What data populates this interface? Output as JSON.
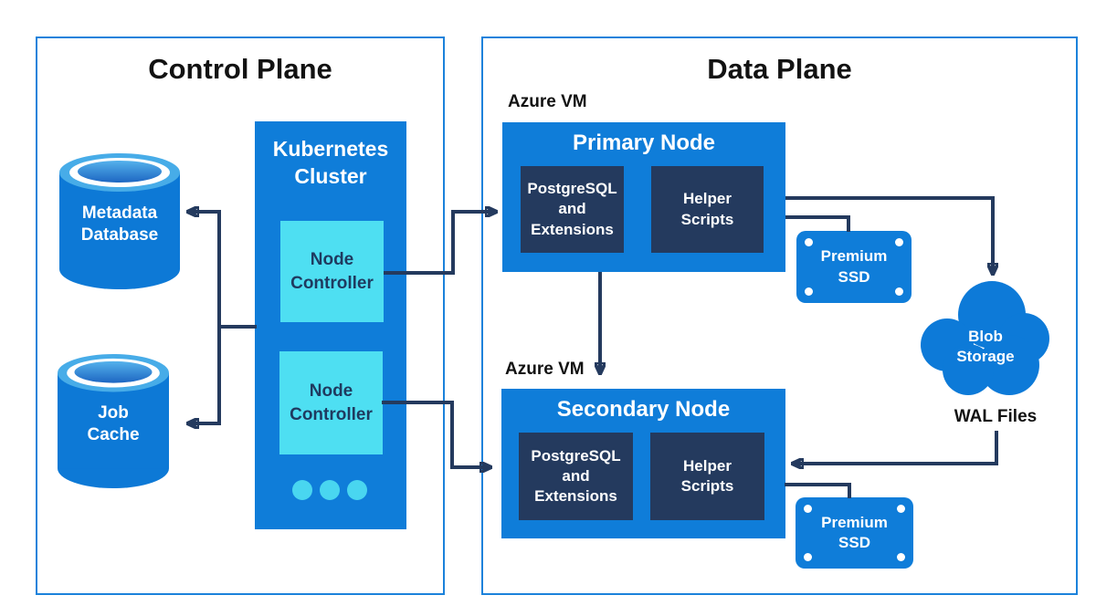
{
  "colors": {
    "plane_border": "#1b82db",
    "box_blue": "#0f7dd9",
    "cyan": "#4edff2",
    "navy": "#243a5e",
    "connector": "#243a5e",
    "title_text": "#121212",
    "label_white": "#ffffff"
  },
  "control_plane": {
    "title": "Control Plane",
    "metadata_database_label": "Metadata\nDatabase",
    "job_cache_label": "Job\nCache",
    "kubernetes_cluster_label": "Kubernetes\nCluster",
    "node_controller_1_label": "Node\nController",
    "node_controller_2_label": "Node\nController"
  },
  "data_plane": {
    "title": "Data Plane",
    "primary": {
      "vm_label": "Azure VM",
      "title": "Primary Node",
      "postgres_label": "PostgreSQL\nand\nExtensions",
      "helper_label": "Helper\nScripts"
    },
    "secondary": {
      "vm_label": "Azure VM",
      "title": "Secondary Node",
      "postgres_label": "PostgreSQL\nand\nExtensions",
      "helper_label": "Helper\nScripts"
    },
    "premium_ssd_1_label": "Premium\nSSD",
    "premium_ssd_2_label": "Premium\nSSD",
    "blob_storage_label": "Blob\nStorage",
    "wal_files_label": "WAL Files"
  }
}
